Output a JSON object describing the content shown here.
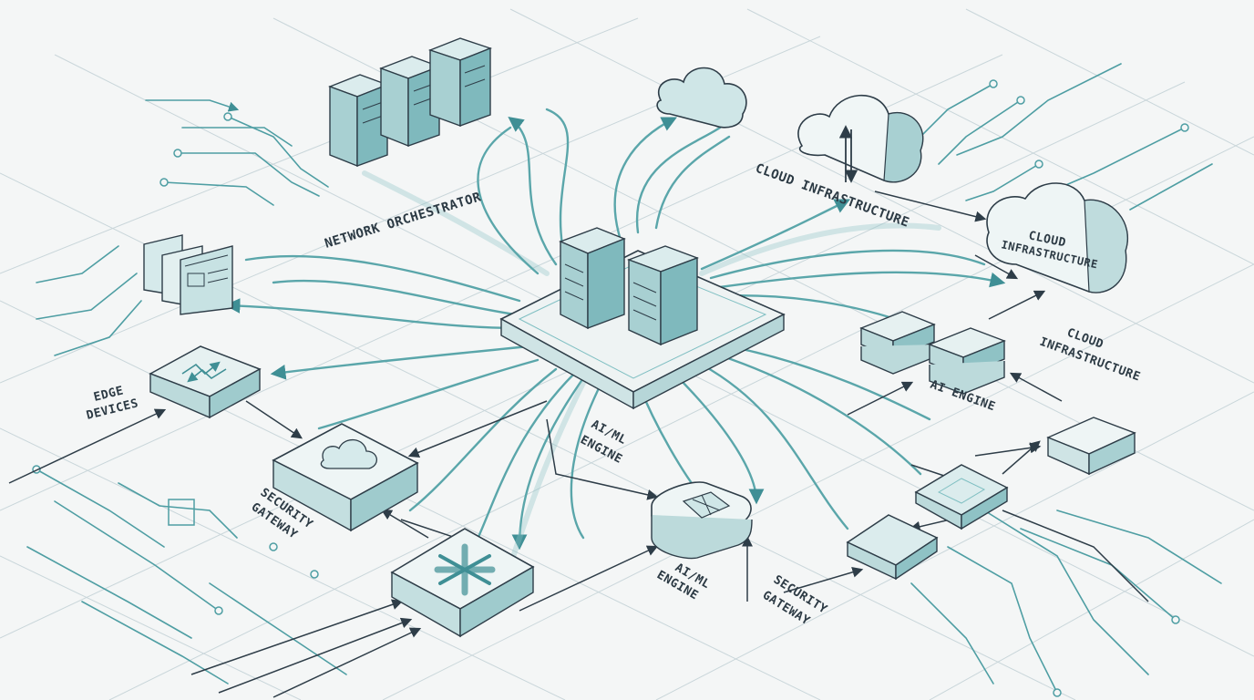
{
  "colors": {
    "background": "#f4f6f6",
    "teal": "#4e9ea3",
    "teal_light": "#bfe0e1",
    "teal_mid": "#7fbfc2",
    "ink": "#2e3d48",
    "grid": "#c9d6da"
  },
  "labels": {
    "network_orchestrator": "NETWORK ORCHESTRATOR",
    "cloud_infra_top": "CLOUD INFRASTRUCTURE",
    "cloud_infra_box_1": "CLOUD",
    "cloud_infra_box_2": "INFRASTRUCTURE",
    "cloud_infra_right_1": "CLOUD",
    "cloud_infra_right_2": "INFRASTRUCTURE",
    "edge_devices_1": "EDGE",
    "edge_devices_2": "DEVICES",
    "security_gateway_left_1": "SECURITY",
    "security_gateway_left_2": "GATEWAY",
    "aiml_center_1": "AI/ML",
    "aiml_center_2": "ENGINE",
    "aiml_lower_1": "AI/ML",
    "aiml_lower_2": "ENGINE",
    "ai_engine": "AI ENGINE",
    "security_gateway_bottom_1": "SECURITY",
    "security_gateway_bottom_2": "GATEWAY"
  },
  "icons": [
    "server-rack-icon",
    "cloud-icon",
    "cloud-upload-icon",
    "window-panel-icon",
    "network-switch-icon",
    "router-icon",
    "ai-chip-icon",
    "storage-block-icon"
  ]
}
